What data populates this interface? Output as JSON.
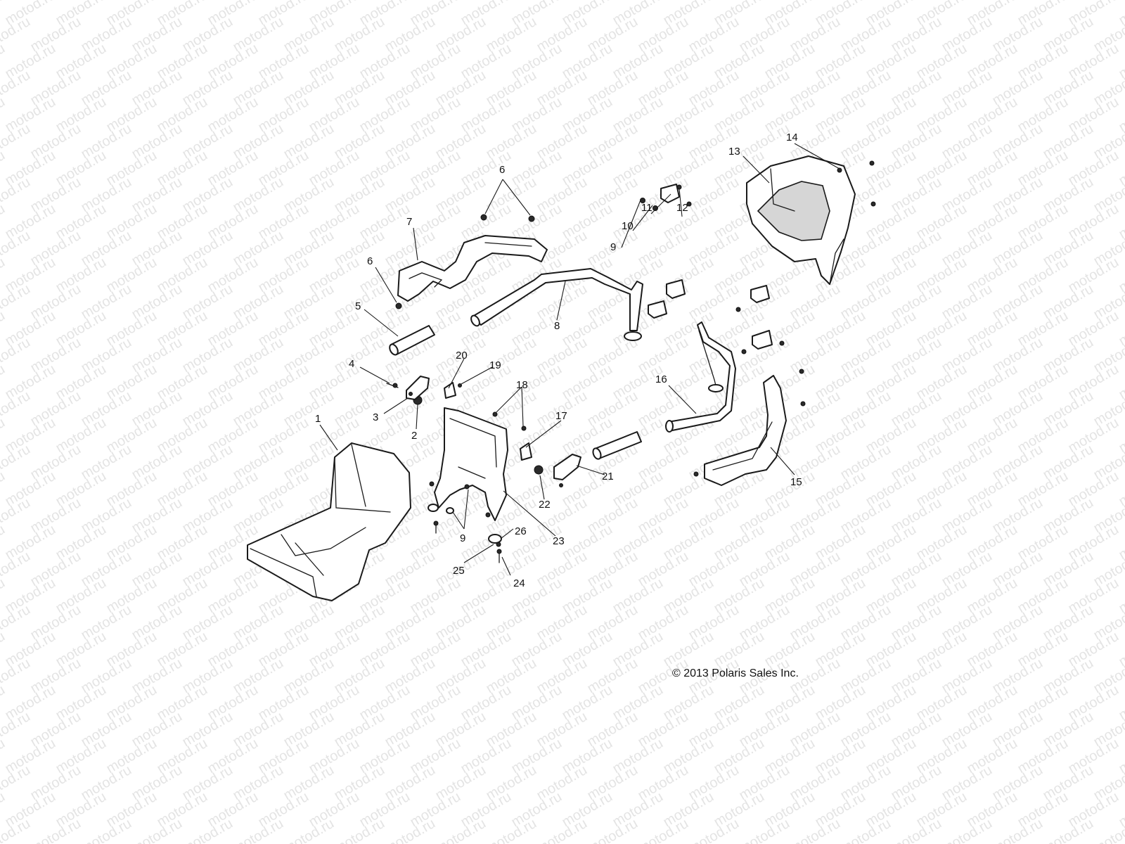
{
  "watermark": "motod.ru",
  "copyright": "© 2013 Polaris Sales Inc.",
  "callouts": {
    "c1": "1",
    "c2": "2",
    "c3": "3",
    "c4": "4",
    "c5": "5",
    "c6a": "6",
    "c6b": "6",
    "c7": "7",
    "c8": "8",
    "c9a": "9",
    "c9b": "9",
    "c10": "10",
    "c11": "11",
    "c12": "12",
    "c13": "13",
    "c14": "14",
    "c15": "15",
    "c16": "16",
    "c17": "17",
    "c18": "18",
    "c19": "19",
    "c20": "20",
    "c21": "21",
    "c22": "22",
    "c23": "23",
    "c24": "24",
    "c25": "25",
    "c26": "26"
  }
}
